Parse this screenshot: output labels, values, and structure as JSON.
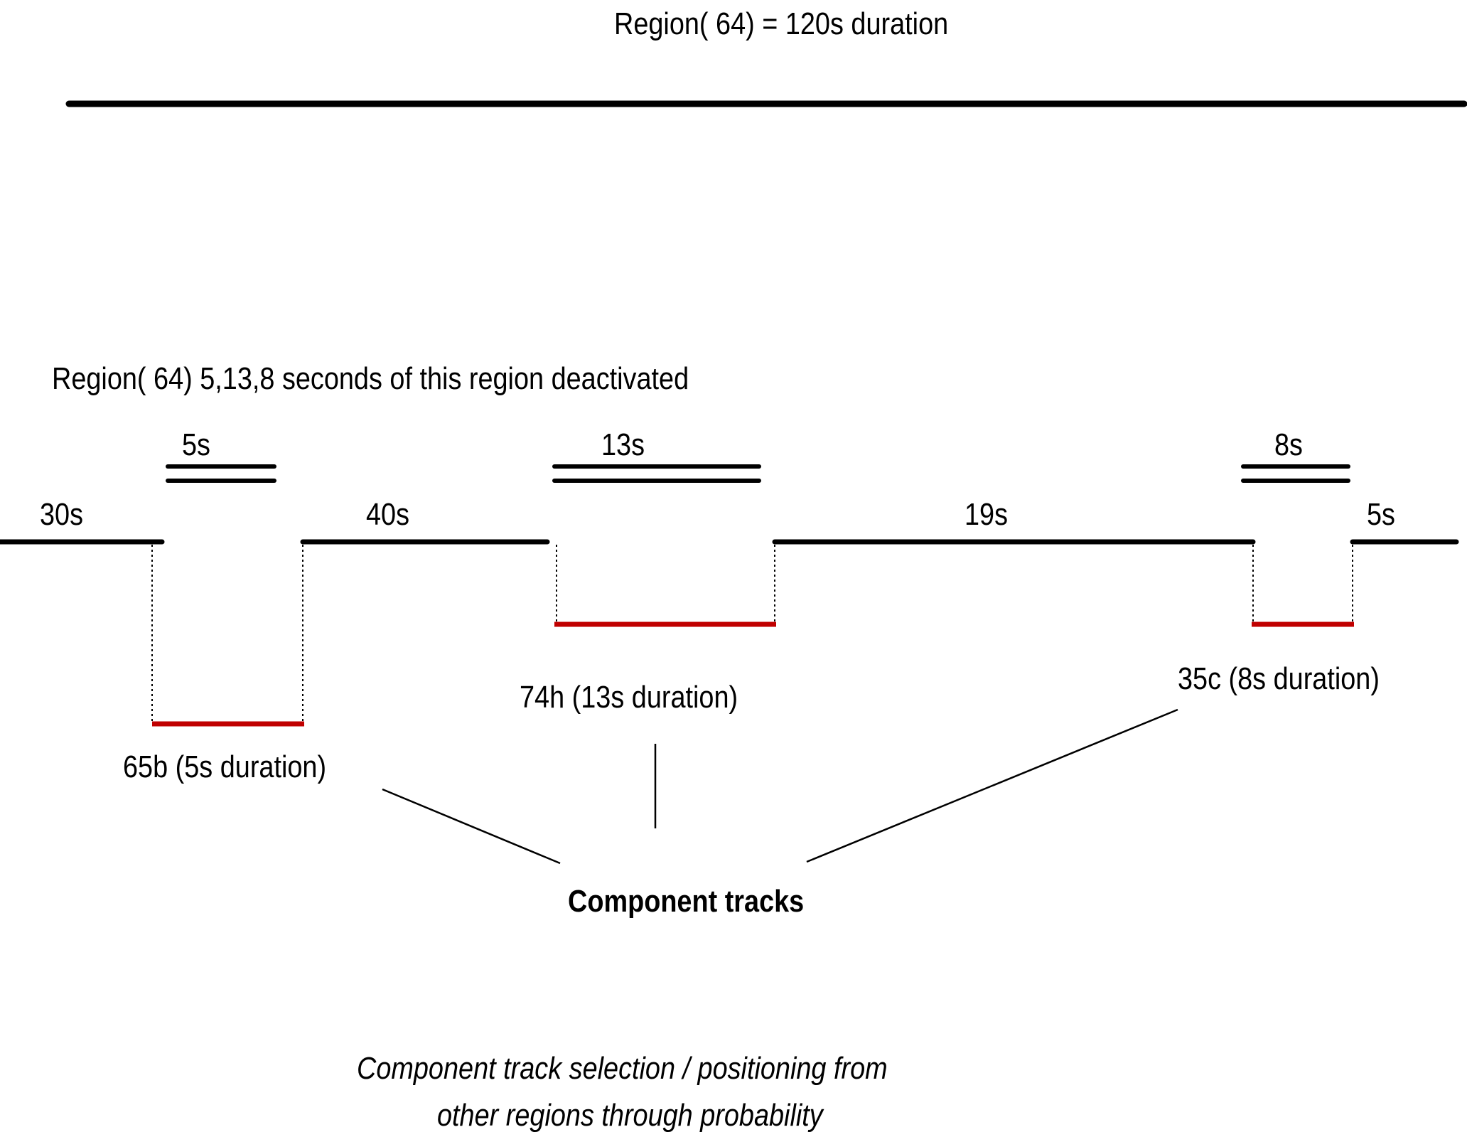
{
  "top": {
    "title": "Region( 64) = 120s duration"
  },
  "middle": {
    "title": "Region( 64)  5,13,8 seconds of this region deactivated",
    "segments": [
      "30s",
      "40s",
      "19s",
      "5s"
    ],
    "gaps": [
      "5s",
      "13s",
      "8s"
    ]
  },
  "tracks": [
    {
      "label": "65b (5s duration)"
    },
    {
      "label": "74h (13s duration)"
    },
    {
      "label": "35c (8s duration)"
    }
  ],
  "component_label": "Component tracks",
  "caption": {
    "line1": "Component track selection / positioning from",
    "line2": "other regions through probability"
  },
  "colors": {
    "line": "#000000",
    "track": "#c00000"
  }
}
